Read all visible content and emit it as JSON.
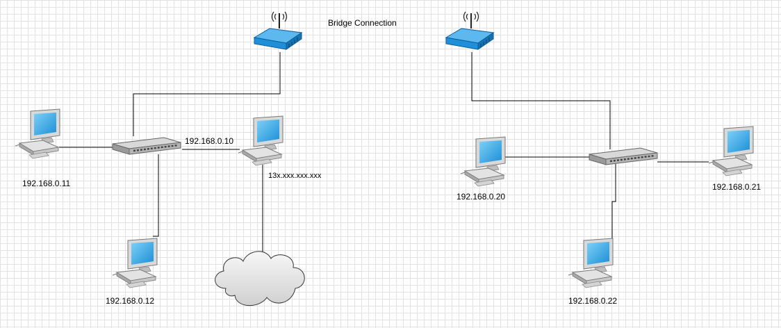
{
  "title": "Bridge Connection",
  "labels": {
    "left_pc_1": "192.168.0.11",
    "left_pc_2": "192.168.0.10",
    "left_pc_3": "192.168.0.12",
    "public_ip": "13x.xxx.xxx.xxx",
    "right_pc_1": "192.168.0.20",
    "right_pc_2": "192.168.0.21",
    "right_pc_3": "192.168.0.22"
  },
  "colors": {
    "router": "#1e8fd8",
    "screen": "#29a3e6",
    "switch": "#b5b5b5",
    "cloud": "#e6e6e6",
    "grid": "#e2e2e2"
  },
  "icons": {
    "router": "wireless-router-icon",
    "switch": "network-switch-icon",
    "pc": "desktop-computer-icon",
    "cloud": "internet-cloud-icon"
  }
}
